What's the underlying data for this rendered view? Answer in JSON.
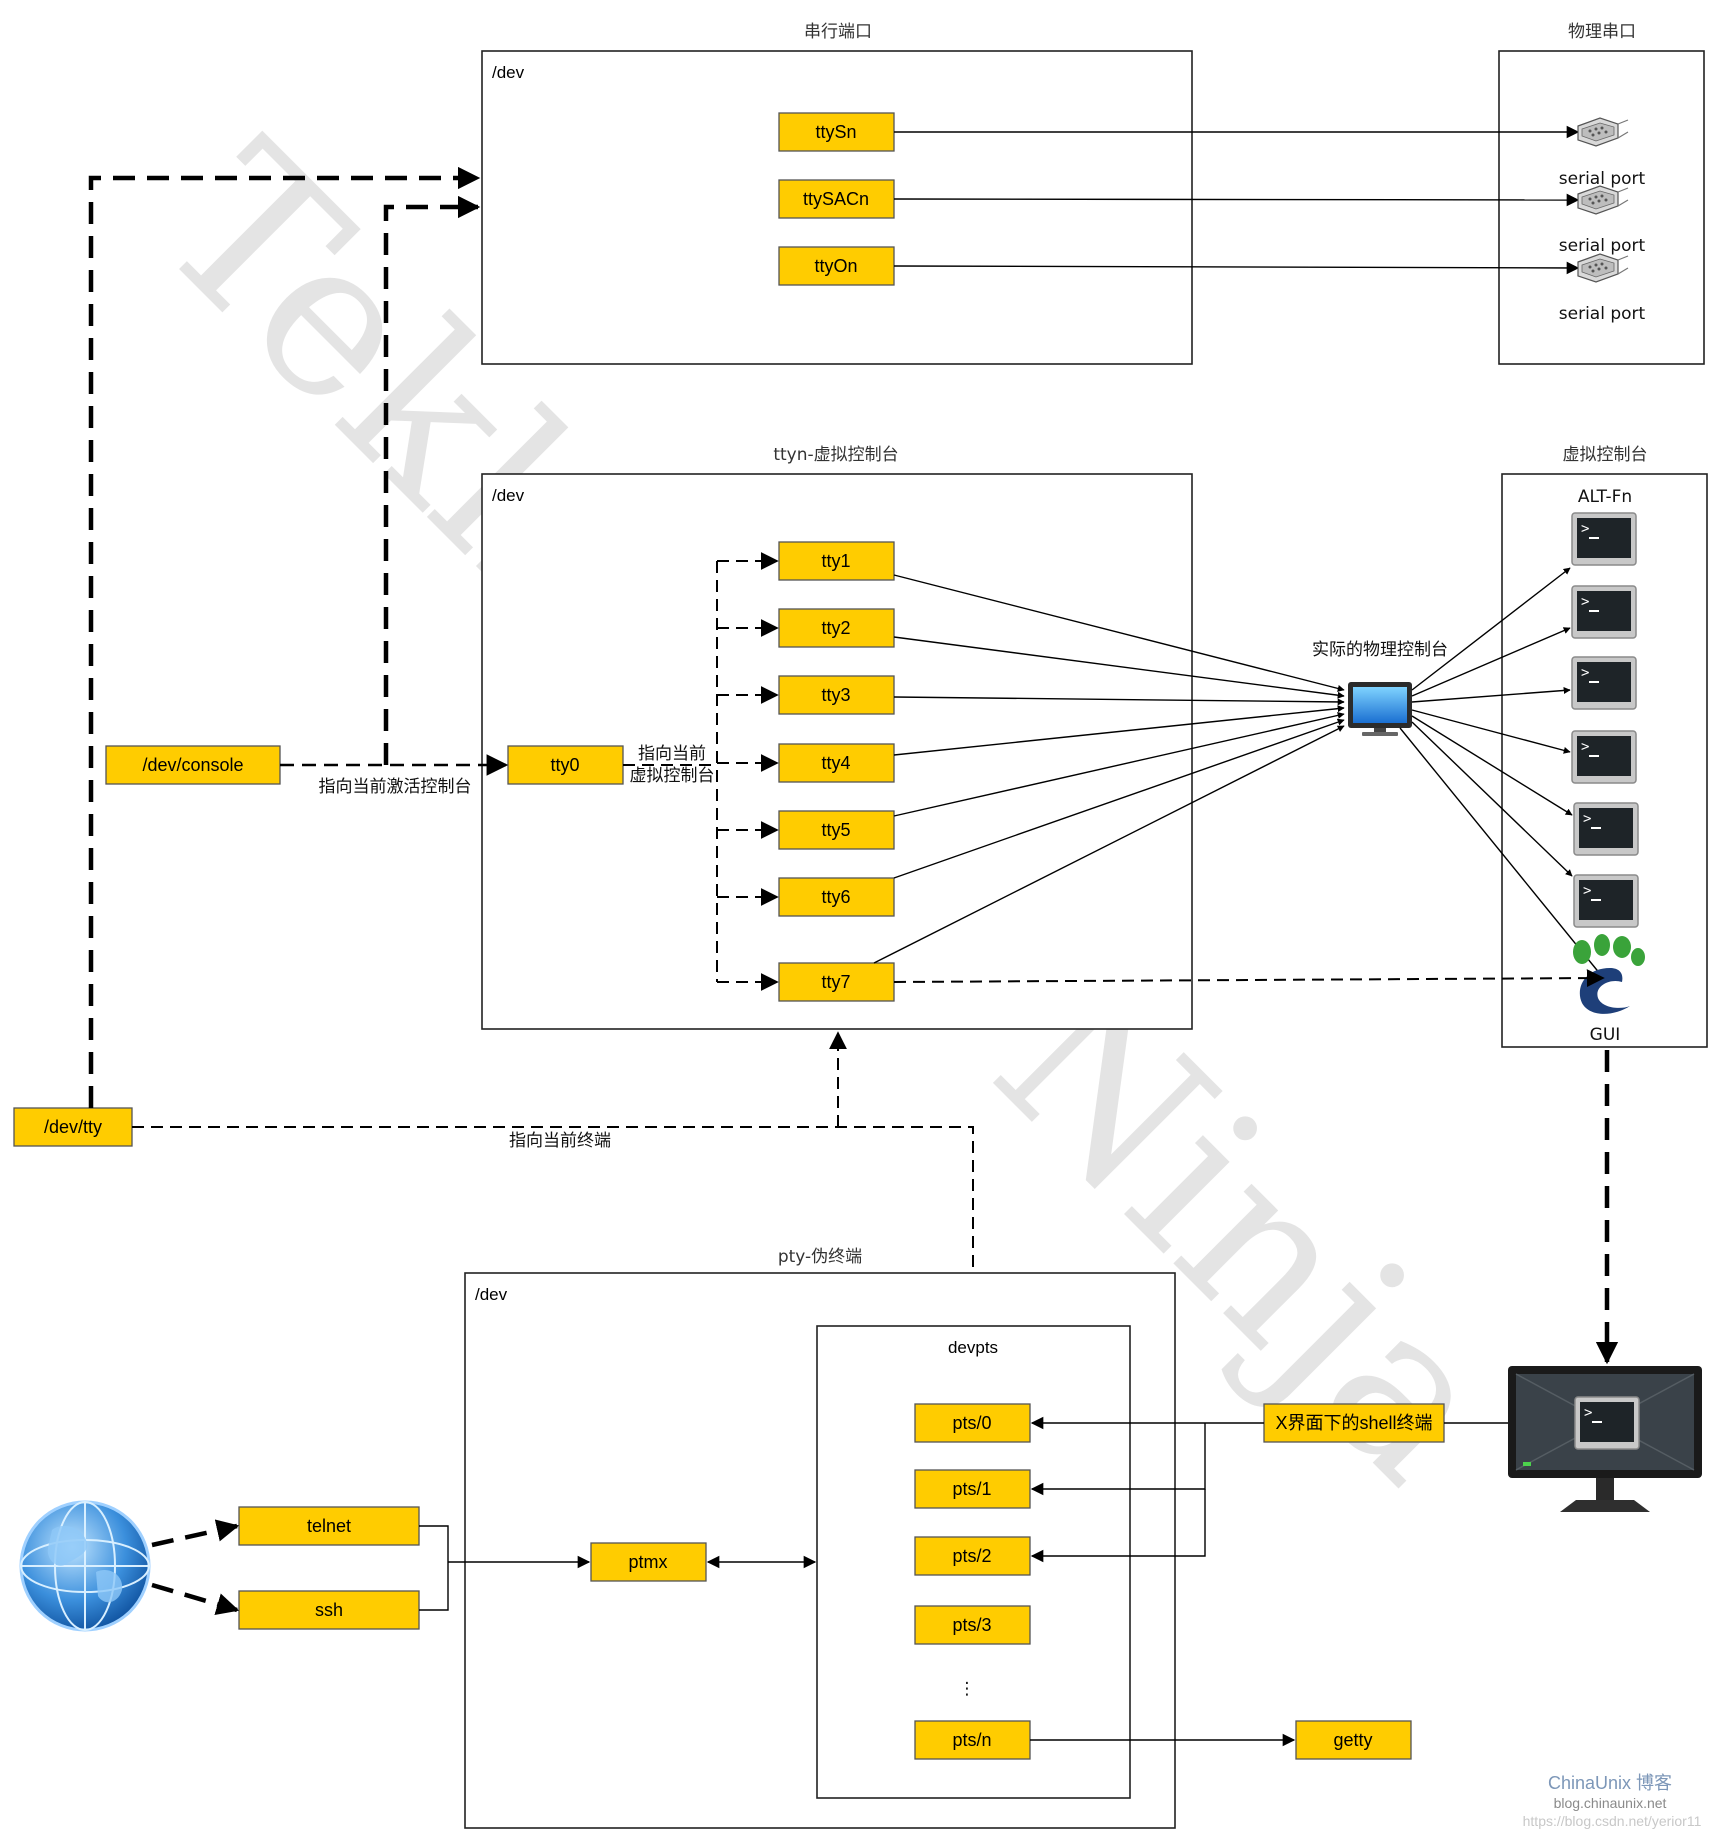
{
  "groups": {
    "serial": {
      "title": "串行端口",
      "dev_label": "/dev"
    },
    "physical_serial": {
      "title": "物理串口"
    },
    "ttyn": {
      "title": "ttyn-虚拟控制台",
      "dev_label": "/dev"
    },
    "virtual_console": {
      "title": "虚拟控制台",
      "subtitle": "ALT-Fn",
      "gui_label": "GUI"
    },
    "pty": {
      "title": "pty-伪终端",
      "dev_label": "/dev"
    },
    "devpts": {
      "title": "devpts"
    }
  },
  "nodes": {
    "ttySn": "ttySn",
    "ttySACn": "ttySACn",
    "ttyOn": "ttyOn",
    "dev_console": "/dev/console",
    "tty0": "tty0",
    "tty1": "tty1",
    "tty2": "tty2",
    "tty3": "tty3",
    "tty4": "tty4",
    "tty5": "tty5",
    "tty6": "tty6",
    "tty7": "tty7",
    "dev_tty": "/dev/tty",
    "telnet": "telnet",
    "ssh": "ssh",
    "ptmx": "ptmx",
    "pts0": "pts/0",
    "pts1": "pts/1",
    "pts2": "pts/2",
    "pts3": "pts/3",
    "ptsn": "pts/n",
    "getty": "getty",
    "x_shell": "X界面下的shell终端"
  },
  "serial_ports": [
    "serial port",
    "serial port",
    "serial port"
  ],
  "edge_labels": {
    "console_to_tty0": "指向当前激活控制台",
    "tty0_to_ttyn_line1": "指向当前",
    "tty0_to_ttyn_line2": "虚拟控制台",
    "devtty": "指向当前终端",
    "physical_console": "实际的物理控制台",
    "ellipsis": "⋮"
  },
  "icons": {
    "serial": "serial-port-connector-icon",
    "monitor": "desktop-monitor-icon",
    "terminal": "terminal-window-icon",
    "gui": "gnome-foot-icon",
    "globe": "globe-network-icon"
  },
  "watermark": {
    "text": "Tekkaman Ninja",
    "credit1": "ChinaUnix 博客",
    "credit2": "blog.chinaunix.net",
    "credit3": "https://blog.csdn.net/yerior11"
  },
  "colors": {
    "node_fill": "#FFCC00",
    "frame": "#222222",
    "edge": "#000000"
  }
}
